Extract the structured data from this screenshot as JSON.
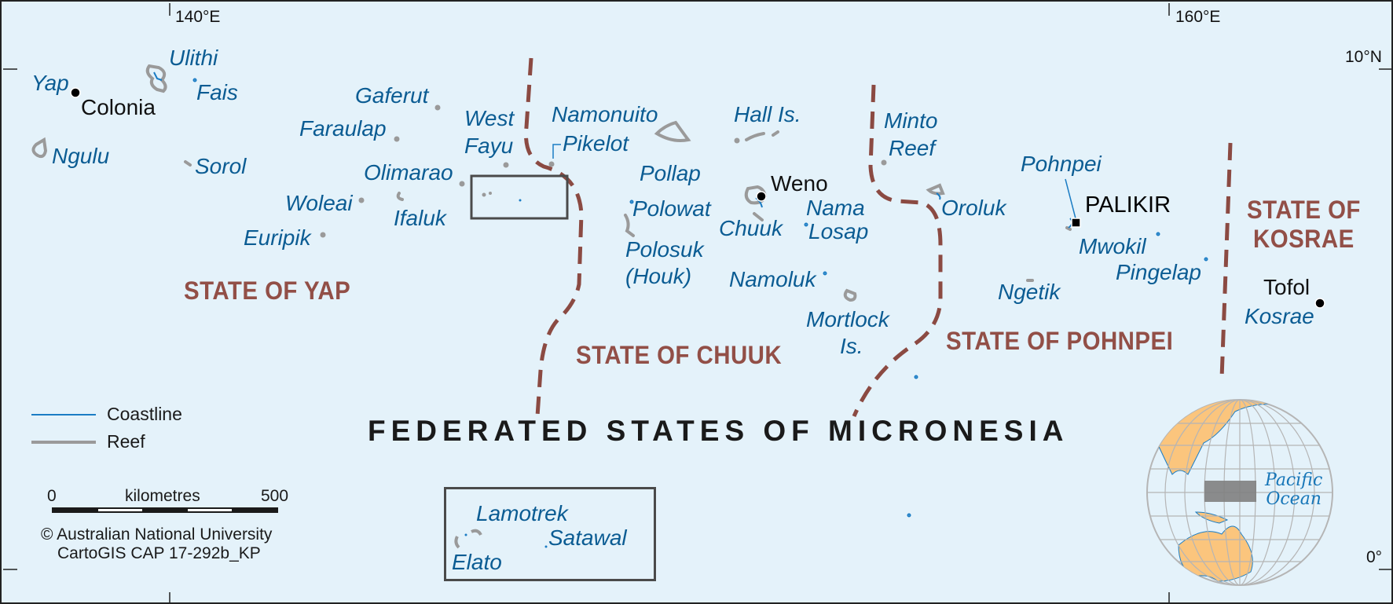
{
  "map": {
    "title": "FEDERATED STATES OF MICRONESIA",
    "colors": {
      "water": "#e4f2fa",
      "island_label": "#0b5c93",
      "state_label": "#924f47",
      "boundary": "#8b4a42",
      "coastline": "#1a7cc4",
      "reef": "#9a9a9a",
      "land_globe": "#fbc57d"
    },
    "graticule": {
      "lon_140": "140°E",
      "lon_160": "160°E",
      "lat_10": "10°N",
      "lat_0": "0°"
    },
    "states": [
      {
        "id": "yap",
        "label": "STATE OF YAP"
      },
      {
        "id": "chuuk",
        "label": "STATE OF CHUUK"
      },
      {
        "id": "pohnpei",
        "label": "STATE OF POHNPEI"
      },
      {
        "id": "kosrae",
        "label": "STATE OF KOSRAE",
        "line1": "STATE OF",
        "line2": "KOSRAE"
      }
    ],
    "towns": [
      {
        "id": "colonia",
        "label": "Colonia",
        "type": "town"
      },
      {
        "id": "weno",
        "label": "Weno",
        "type": "town"
      },
      {
        "id": "palikir",
        "label": "PALIKIR",
        "type": "capital"
      },
      {
        "id": "tofol",
        "label": "Tofol",
        "type": "town"
      }
    ],
    "islands": {
      "yap": "Yap",
      "ulithi": "Ulithi",
      "fais": "Fais",
      "ngulu": "Ngulu",
      "sorol": "Sorol",
      "gaferut": "Gaferut",
      "faraulap": "Faraulap",
      "olimarao": "Olimarao",
      "woleai": "Woleai",
      "ifaluk": "Ifaluk",
      "euripik": "Euripik",
      "west_fayu_1": "West",
      "west_fayu_2": "Fayu",
      "namonuito": "Namonuito",
      "pikelot": "Pikelot",
      "pollap": "Pollap",
      "polowat": "Polowat",
      "polosuk_1": "Polosuk",
      "polosuk_2": "(Houk)",
      "hall": "Hall Is.",
      "chuuk": "Chuuk",
      "nama": "Nama",
      "losap": "Losap",
      "namoluk": "Namoluk",
      "mortlock_1": "Mortlock",
      "mortlock_2": "Is.",
      "minto_1": "Minto",
      "minto_2": "Reef",
      "oroluk": "Oroluk",
      "pohnpei": "Pohnpei",
      "mwokil": "Mwokil",
      "pingelap": "Pingelap",
      "ngetik": "Ngetik",
      "kosrae": "Kosrae"
    },
    "inset": {
      "lamotrek": "Lamotrek",
      "satawal": "Satawal",
      "elato": "Elato"
    },
    "legend": {
      "coastline": "Coastline",
      "reef": "Reef"
    },
    "scale_bar": {
      "start": "0",
      "unit": "kilometres",
      "end": "500"
    },
    "credit": {
      "line1": "© Australian National University",
      "line2": "CartoGIS CAP 17-292b_KP"
    },
    "locator": {
      "ocean_line1": "Pacific",
      "ocean_line2": "Ocean"
    }
  }
}
